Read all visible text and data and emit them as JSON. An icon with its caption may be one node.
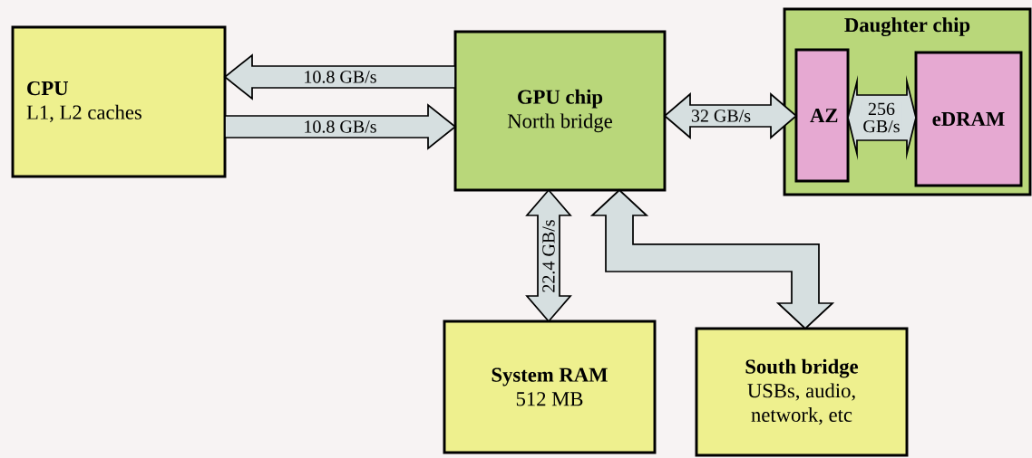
{
  "diagram": {
    "nodes": [
      {
        "text": [
          "CPU",
          "L1, L2 caches"
        ]
      },
      {
        "text": [
          "GPU chip",
          "North bridge"
        ]
      },
      {
        "text": [
          "Daughter chip"
        ]
      },
      {
        "text": [
          "AZ"
        ],
        "in": 2
      },
      {
        "text": [
          "eDRAM"
        ],
        "in": 2
      },
      {
        "text": [
          "System RAM",
          "512 MB"
        ]
      },
      {
        "text": [
          "South bridge",
          "USBs, audio, network, etc"
        ]
      }
    ],
    "edges": [
      {
        "from": 1,
        "to": 0,
        "arrow": "to",
        "label": "10.8 GB/s"
      },
      {
        "from": 0,
        "to": 1,
        "arrow": "to",
        "label": "10.8 GB/s"
      },
      {
        "from": 1,
        "to": 3,
        "arrow": "both",
        "label": "32 GB/s"
      },
      {
        "from": 3,
        "to": 4,
        "arrow": "both",
        "label": "256 GB/s"
      },
      {
        "from": 1,
        "to": 5,
        "arrow": "both",
        "label": "22.4 GB/s"
      },
      {
        "from": 1,
        "to": 6,
        "arrow": "both"
      }
    ]
  }
}
